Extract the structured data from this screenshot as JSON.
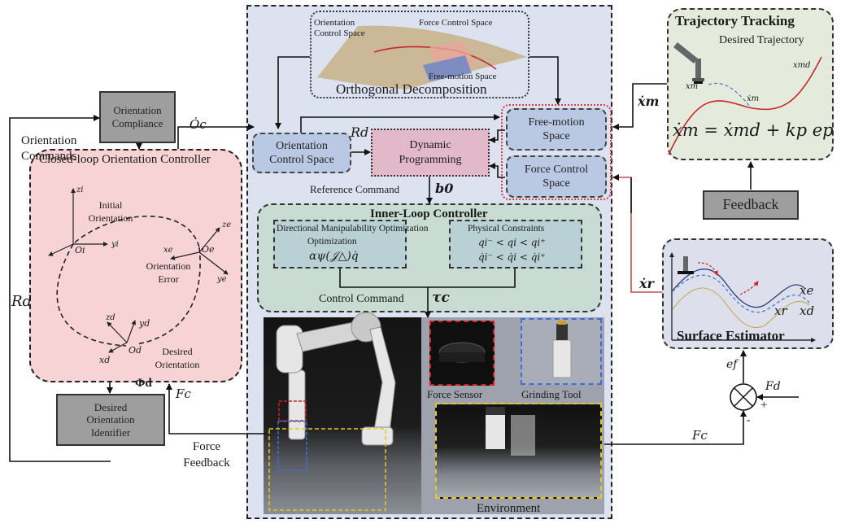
{
  "left": {
    "orientation_compliance": "Orientation Compliance",
    "orientation_commands": "Orientation Commands",
    "closed_loop_title": "Closed-loop Orientation Controller",
    "initial_orientation": "Initial Orientation",
    "orientation_error": "Orientation Error",
    "desired_orientation": "Desired Orientation",
    "desired_orientation_identifier": "Desired Orientation Identifier",
    "force_feedback": "Force Feedback",
    "signal_Oc": "Ȯc",
    "signal_Rd": "Rd",
    "signal_Phid": "Φd",
    "signal_Fc": "Fc",
    "frame_labels": {
      "zi": "zi",
      "yi": "yi",
      "Oi": "Oi",
      "ze": "ze",
      "xe": "xe",
      "ye": "ye",
      "Oe": "Oe",
      "zd": "zd",
      "yd": "yd",
      "xd": "xd",
      "Od": "Od"
    }
  },
  "center": {
    "orthogonal_decomposition": "Orthogonal Decomposition",
    "ortho_orientation_space": "Orientation Control Space",
    "ortho_force_space": "Force Control Space",
    "ortho_free_space": "Free-motion Space",
    "orientation_control_space": "Orientation Control Space",
    "dynamic_programming": "Dynamic Programming",
    "free_motion_space": "Free-motion Space",
    "force_control_space": "Force Control Space",
    "signal_Rd": "Rd",
    "reference_command": "Reference Command",
    "signal_b0": "b0",
    "inner_loop_title": "Inner-Loop Controller",
    "dmo_title": "Directional Manipulability Optimization",
    "dmo_formula": "αψ(𝒥△)q̇",
    "pc_title": "Physical Constraints",
    "pc_formula_1": "qi⁻ < qi < qi⁺",
    "pc_formula_2": "q̇i⁻ < q̇i < q̇i⁺",
    "control_command": "Control Command",
    "signal_tau": "τc",
    "force_sensor": "Force Sensor",
    "grinding_tool": "Grinding Tool",
    "environment": "Environment"
  },
  "right": {
    "trajectory_tracking_title": "Trajectory Tracking",
    "desired_trajectory": "Desired Trajectory",
    "x_md": "xmd",
    "x_m": "xm",
    "x_m_dot": "ẋm",
    "tracking_equation": "ẋm = ẋmd + kp ep",
    "signal_xm_dot": "ẋm",
    "feedback": "Feedback",
    "signal_xr_dot": "ẋr",
    "surface_estimator_title": "Surface Estimator",
    "x_e": "xe",
    "x_r": "xr",
    "x_d": "xd",
    "signal_ef": "ef",
    "signal_Fd": "Fd",
    "plus_sign": "+",
    "minus_sign": "-",
    "signal_Fc": "Fc"
  },
  "colors": {
    "center_panel_bg": "#dde2f0",
    "pink_panel_bg": "#f8d3d6",
    "green_panel_bg": "#c9dcd3",
    "gray_box_bg": "#9e9e9e",
    "blue_box_bg": "#b9c8e3",
    "dp_box_bg": "#e2b9c9",
    "red_accent": "#c62828"
  }
}
